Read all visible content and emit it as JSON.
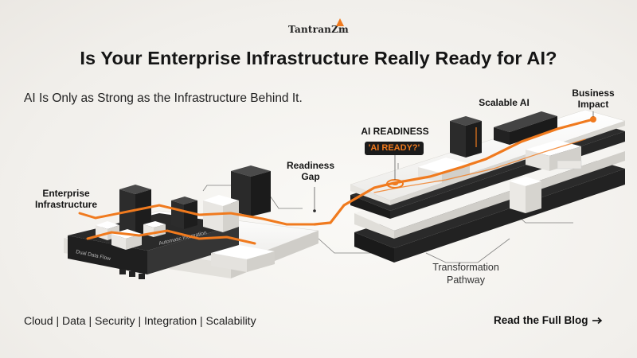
{
  "brand": {
    "logo_text": "TantranZm",
    "accent": "#f07a1e"
  },
  "headline": "Is Your Enterprise Infrastructure Really Ready for AI?",
  "subheadline": "AI Is Only as Strong as the Infrastructure Behind It.",
  "labels": {
    "enterprise_line1": "Enterprise",
    "enterprise_line2": "Infrastructure",
    "gap_line1": "Readiness",
    "gap_line2": "Gap",
    "ai_readiness": "AI READINESS",
    "ai_ready_badge": "'AI READY?'",
    "scalable_ai": "Scalable AI",
    "impact_line1": "Business",
    "impact_line2": "Impact",
    "pathway_line1": "Transformation",
    "pathway_line2": "Pathway",
    "platform_text1": "Dual Data Flow",
    "platform_text2": "Automatic Integration"
  },
  "footer": {
    "pillars": "Cloud | Data | Security | Integration | Scalability",
    "cta_label": "Read the Full Blog",
    "cta_arrow_icon": "arrow-right-icon"
  }
}
